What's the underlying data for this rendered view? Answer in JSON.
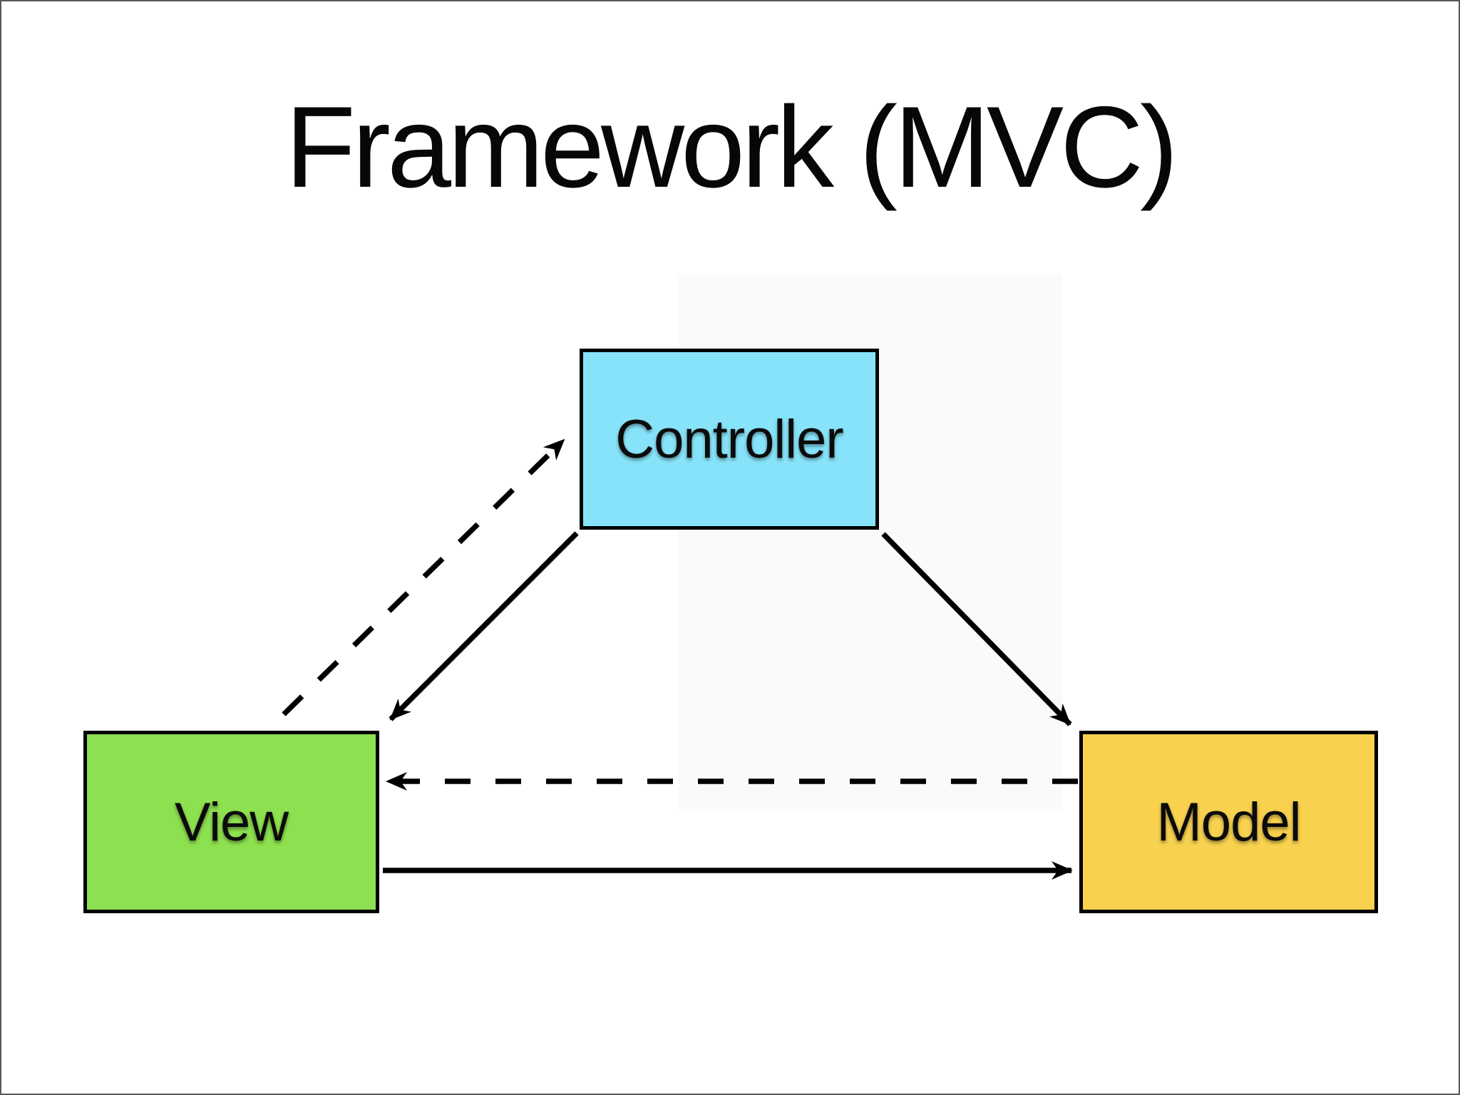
{
  "slide": {
    "title": "Framework (MVC)",
    "background_color": "#ffffff",
    "frame_color": "#59595c"
  },
  "diagram": {
    "nodes": {
      "controller": {
        "label": "Controller",
        "fill": "#87E3F9",
        "border": "#000000"
      },
      "view": {
        "label": "View",
        "fill": "#8DE04F",
        "border": "#000000"
      },
      "model": {
        "label": "Model",
        "fill": "#F8D14F",
        "border": "#000000"
      }
    },
    "edges": [
      {
        "from": "view",
        "to": "controller",
        "style": "dashed"
      },
      {
        "from": "controller",
        "to": "view",
        "style": "solid"
      },
      {
        "from": "controller",
        "to": "model",
        "style": "solid"
      },
      {
        "from": "model",
        "to": "view",
        "style": "dashed"
      },
      {
        "from": "view",
        "to": "model",
        "style": "solid"
      }
    ],
    "arrow_color": "#000000"
  }
}
